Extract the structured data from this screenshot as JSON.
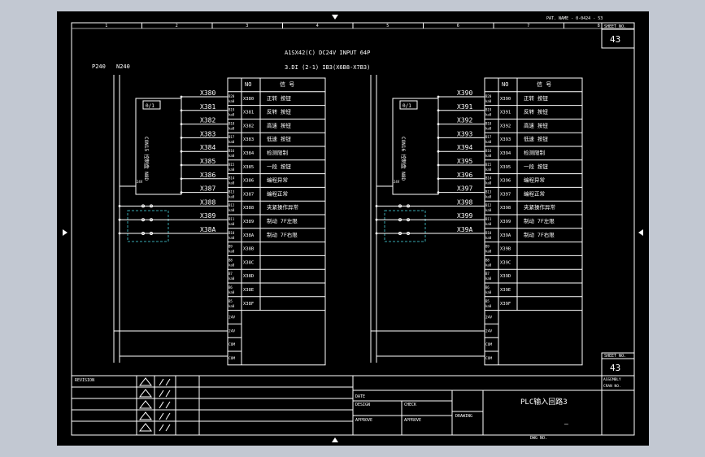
{
  "header": {
    "title_line1": "A1SX42(C)  DC24V INPUT 64P",
    "title_line2": "3.DI (2-1)      IB3(X6B8-X7B3)",
    "bus_p": "P240",
    "bus_n": "N240",
    "top_right_code": "PAT. NAME - 0-0424 - 53",
    "sheet_label": "SHEET NO.",
    "sheet_no": "43"
  },
  "columns": {
    "number_header": "NO",
    "function_header": "信 号"
  },
  "blocks": [
    {
      "module_label": "0/1",
      "module_side_text": "CON15 控制盘 N8D",
      "x_labels": [
        "X380",
        "X381",
        "X382",
        "X383",
        "X384",
        "X385",
        "X386",
        "X387",
        "X388",
        "X389",
        "X38A"
      ],
      "nos": [
        "X380",
        "X381",
        "X382",
        "X383",
        "X384",
        "X385",
        "X386",
        "X387",
        "X388",
        "X389",
        "X38A",
        "X38B",
        "X38C",
        "X38D",
        "X38E",
        "X38F"
      ],
      "signals": [
        "正转 按钮",
        "反转 按钮",
        "高速 按钮",
        "低速 按钮",
        "检测限制",
        "一段 按钮",
        "编程异常",
        "编程正常",
        "夹紧操作异常",
        "制动 7F左限",
        "制动 7F右限",
        "",
        "",
        "",
        "",
        ""
      ],
      "extra_rows": [
        "24V",
        "24V",
        "COM",
        "COM"
      ]
    },
    {
      "module_label": "0/1",
      "module_side_text": "CON16 控制盘 N8D",
      "x_labels": [
        "X390",
        "X391",
        "X392",
        "X393",
        "X394",
        "X395",
        "X396",
        "X397",
        "X398",
        "X399",
        "X39A"
      ],
      "nos": [
        "X390",
        "X391",
        "X392",
        "X393",
        "X394",
        "X395",
        "X396",
        "X397",
        "X398",
        "X399",
        "X39A",
        "X39B",
        "X39C",
        "X39D",
        "X39E",
        "X39F"
      ],
      "signals": [
        "正转 按钮",
        "反转 按钮",
        "高速 按钮",
        "低速 按钮",
        "检测限制",
        "一段 按钮",
        "编程异常",
        "编程正常",
        "夹紧操作异常",
        "制动 7F左限",
        "制动 7F右限",
        "",
        "",
        "",
        "",
        ""
      ],
      "extra_rows": [
        "24V",
        "24V",
        "COM",
        "COM"
      ]
    }
  ],
  "title_block": {
    "revision_label": "REVISION",
    "date_label": "DATE",
    "design_label": "DESIGN",
    "check_label": "CHECK",
    "approve_label": "APPROVE",
    "draw_label": "DRAWING",
    "drawing_title": "PLC输入回路3",
    "drawing_sub": "—",
    "right_top_label": "ASSEMBLY",
    "right_mid_label": "CRAN NO.",
    "drw_no_label": "DWG NO."
  },
  "column_numbers": [
    "1",
    "2",
    "3",
    "4",
    "5",
    "6",
    "7",
    "8"
  ]
}
